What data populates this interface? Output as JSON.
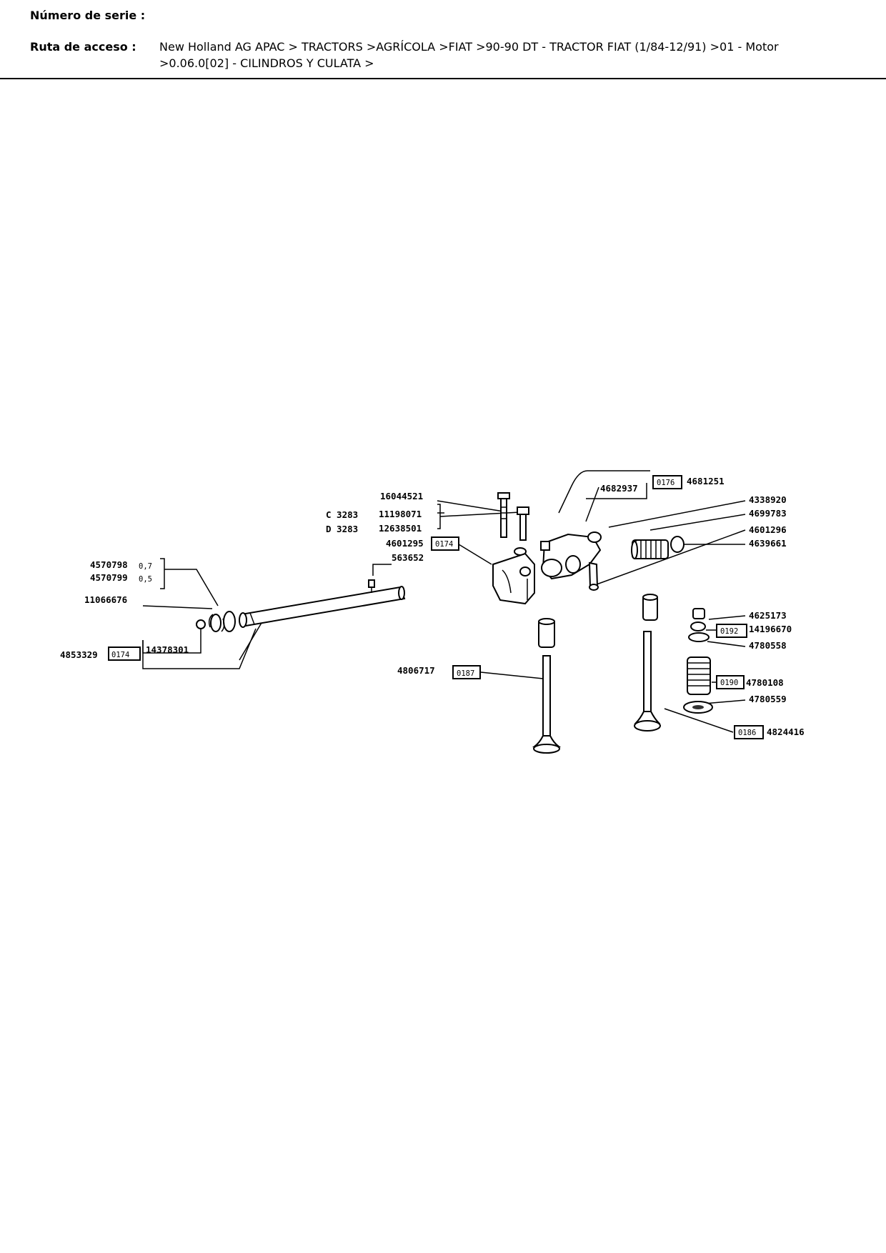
{
  "header": {
    "serial_label": "Número de serie :",
    "serial_value": "",
    "path_label": "Ruta de acceso :",
    "path_value": "New Holland AG APAC > TRACTORS >AGRÍCOLA >FIAT >90-90 DT - TRACTOR FIAT  (1/84-12/91) >01 - Motor >0.06.0[02] - CILINDROS Y CULATA >"
  },
  "diagram": {
    "labels": {
      "p16044521": "16044521",
      "c3283": "C 3283",
      "d3283": "D 3283",
      "p11198071": "11198071",
      "p12638501": "12638501",
      "p4601295": "4601295",
      "r0174a": "0174",
      "p563652": "563652",
      "p4682937": "4682937",
      "r0176": "0176",
      "p4681251": "4681251",
      "p4338920": "4338920",
      "p4699783": "4699783",
      "p4601296": "4601296",
      "p4639661": "4639661",
      "p4570798": "4570798",
      "v07": "0,7",
      "p4570799": "4570799",
      "v05": "0,5",
      "p11066676": "11066676",
      "p4853329": "4853329",
      "r0174b": "0174",
      "p14378301": "14378301",
      "p4806717": "4806717",
      "r0187": "0187",
      "p4625173": "4625173",
      "r0192": "0192",
      "p14196670": "14196670",
      "p4780558": "4780558",
      "r0190": "0190",
      "p4780108": "4780108",
      "p4780559": "4780559",
      "r0186": "0186",
      "p4824416": "4824416"
    }
  }
}
